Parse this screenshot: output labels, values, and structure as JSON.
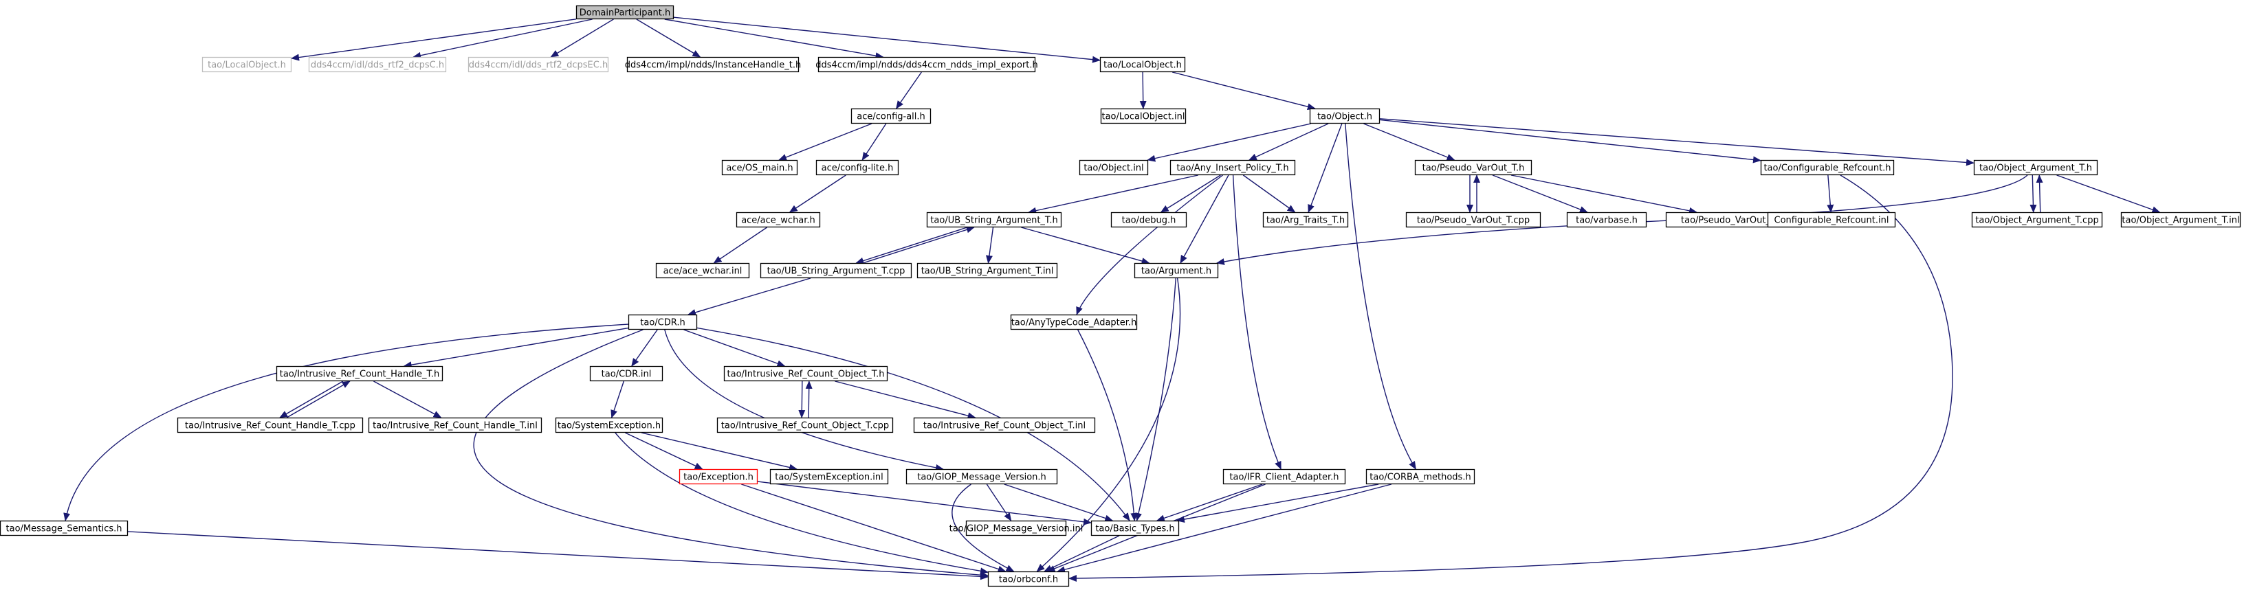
{
  "graph": {
    "colors": {
      "edge": "#191970",
      "root_fill": "#bfbfbf",
      "node_border": "#000000",
      "external_border": "#bfbfbf",
      "highlight_border": "#ff0000"
    },
    "nodes": [
      {
        "id": "root",
        "label": "DomainParticipant.h",
        "style": "root"
      },
      {
        "id": "n1",
        "label": "tao/LocalObject.h",
        "style": "gray"
      },
      {
        "id": "n2",
        "label": "dds4ccm/idl/dds_rtf2_dcpsC.h",
        "style": "gray"
      },
      {
        "id": "n3",
        "label": "dds4ccm/idl/dds_rtf2_dcpsEC.h",
        "style": "gray"
      },
      {
        "id": "n4",
        "label": "dds4ccm/impl/ndds/InstanceHandle_t.h",
        "style": "normal"
      },
      {
        "id": "n5",
        "label": "dds4ccm/impl/ndds/dds4ccm_ndds_impl_export.h",
        "style": "normal"
      },
      {
        "id": "n6",
        "label": "tao/LocalObject.h",
        "style": "normal"
      },
      {
        "id": "n7",
        "label": "ace/config-all.h",
        "style": "normal"
      },
      {
        "id": "n8",
        "label": "tao/LocalObject.inl",
        "style": "normal"
      },
      {
        "id": "n9",
        "label": "tao/Object.h",
        "style": "normal"
      },
      {
        "id": "n10",
        "label": "ace/OS_main.h",
        "style": "normal"
      },
      {
        "id": "n11",
        "label": "ace/config-lite.h",
        "style": "normal"
      },
      {
        "id": "n12",
        "label": "tao/Object.inl",
        "style": "normal"
      },
      {
        "id": "n13",
        "label": "tao/Any_Insert_Policy_T.h",
        "style": "normal"
      },
      {
        "id": "n14",
        "label": "tao/Pseudo_VarOut_T.h",
        "style": "normal"
      },
      {
        "id": "n15",
        "label": "tao/Configurable_Refcount.h",
        "style": "normal"
      },
      {
        "id": "n16",
        "label": "tao/Object_Argument_T.h",
        "style": "normal"
      },
      {
        "id": "n17",
        "label": "ace/ace_wchar.h",
        "style": "normal"
      },
      {
        "id": "n18",
        "label": "tao/UB_String_Argument_T.h",
        "style": "normal"
      },
      {
        "id": "n19",
        "label": "tao/debug.h",
        "style": "normal"
      },
      {
        "id": "n20",
        "label": "tao/Arg_Traits_T.h",
        "style": "normal"
      },
      {
        "id": "n21",
        "label": "tao/Pseudo_VarOut_T.cpp",
        "style": "normal"
      },
      {
        "id": "n22",
        "label": "tao/varbase.h",
        "style": "normal"
      },
      {
        "id": "n23",
        "label": "tao/Pseudo_VarOut_T.inl",
        "style": "normal"
      },
      {
        "id": "n24",
        "label": "Configurable_Refcount.inl",
        "style": "normal"
      },
      {
        "id": "n25",
        "label": "tao/Object_Argument_T.cpp",
        "style": "normal"
      },
      {
        "id": "n26",
        "label": "tao/Object_Argument_T.inl",
        "style": "normal"
      },
      {
        "id": "n27",
        "label": "ace/ace_wchar.inl",
        "style": "normal"
      },
      {
        "id": "n28",
        "label": "tao/UB_String_Argument_T.cpp",
        "style": "normal"
      },
      {
        "id": "n29",
        "label": "tao/UB_String_Argument_T.inl",
        "style": "normal"
      },
      {
        "id": "n30",
        "label": "tao/Argument.h",
        "style": "normal"
      },
      {
        "id": "n31",
        "label": "tao/CDR.h",
        "style": "normal"
      },
      {
        "id": "n32",
        "label": "tao/AnyTypeCode_Adapter.h",
        "style": "normal"
      },
      {
        "id": "n33",
        "label": "tao/Intrusive_Ref_Count_Handle_T.h",
        "style": "normal"
      },
      {
        "id": "n34",
        "label": "tao/CDR.inl",
        "style": "normal"
      },
      {
        "id": "n35",
        "label": "tao/Intrusive_Ref_Count_Object_T.h",
        "style": "normal"
      },
      {
        "id": "n36",
        "label": "tao/Intrusive_Ref_Count_Handle_T.cpp",
        "style": "normal"
      },
      {
        "id": "n37",
        "label": "tao/Intrusive_Ref_Count_Handle_T.inl",
        "style": "normal"
      },
      {
        "id": "n38",
        "label": "tao/SystemException.h",
        "style": "normal"
      },
      {
        "id": "n39",
        "label": "tao/Intrusive_Ref_Count_Object_T.cpp",
        "style": "normal"
      },
      {
        "id": "n40",
        "label": "tao/Intrusive_Ref_Count_Object_T.inl",
        "style": "normal"
      },
      {
        "id": "n41",
        "label": "tao/Exception.h",
        "style": "red"
      },
      {
        "id": "n42",
        "label": "tao/SystemException.inl",
        "style": "normal"
      },
      {
        "id": "n43",
        "label": "tao/GIOP_Message_Version.h",
        "style": "normal"
      },
      {
        "id": "n44",
        "label": "tao/IFR_Client_Adapter.h",
        "style": "normal"
      },
      {
        "id": "n45",
        "label": "tao/CORBA_methods.h",
        "style": "normal"
      },
      {
        "id": "n46",
        "label": "tao/Message_Semantics.h",
        "style": "normal"
      },
      {
        "id": "n47",
        "label": "tao/GIOP_Message_Version.inl",
        "style": "normal"
      },
      {
        "id": "n48",
        "label": "tao/Basic_Types.h",
        "style": "normal"
      },
      {
        "id": "n49",
        "label": "tao/orbconf.h",
        "style": "normal"
      }
    ]
  }
}
